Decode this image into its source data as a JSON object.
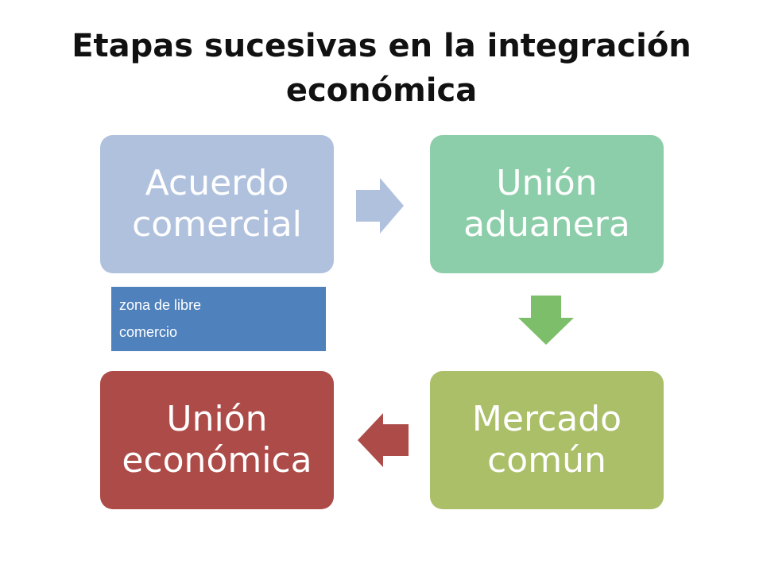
{
  "title": "Etapas sucesivas en la integración económica",
  "colors": {
    "box1": "#b0c1de",
    "box2": "#8dceaa",
    "box3": "#aabf68",
    "box4": "#ad4b48",
    "arrow_right": "#b0c1de",
    "arrow_down": "#7dbe6a",
    "arrow_left": "#ad4b48",
    "label_bg": "#4f81bd"
  },
  "stages": [
    {
      "label": "Acuerdo\ncomercial"
    },
    {
      "label": "Unión\naduanera"
    },
    {
      "label": "Mercado\ncomún"
    },
    {
      "label": "Unión\neconómica"
    }
  ],
  "annotation": {
    "line1": "zona de libre",
    "line2": "comercio"
  }
}
